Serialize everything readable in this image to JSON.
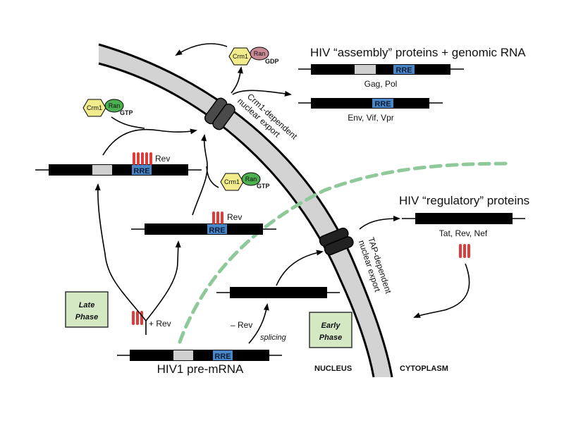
{
  "diagram": {
    "title": "HIV-1 mRNA nuclear export: early and late phases",
    "compartments": {
      "nucleus": "NUCLEUS",
      "cytoplasm": "CYTOPLASM"
    },
    "export_pathways": {
      "crm1": {
        "line1": "Crm1-dependent",
        "line2": "nuclear export"
      },
      "tap": {
        "line1": "TAP-dependent",
        "line2": "nuclear export"
      }
    },
    "phases": {
      "late": {
        "line1": "Late",
        "line2": "Phase"
      },
      "early": {
        "line1": "Early",
        "line2": "Phase"
      }
    },
    "complexes": {
      "crm1_label": "Crm1",
      "ran_label": "Ran",
      "gtp_label": "GTP",
      "gdp_label": "GDP"
    },
    "transcripts": {
      "pre_mrna": {
        "label": "HIV1 pre-mRNA",
        "element": "RRE"
      },
      "unspliced_nuc": {
        "element": "RRE",
        "bound": "Rev",
        "rev_count": 5
      },
      "singly_spliced_nuc": {
        "element": "RRE",
        "bound": "Rev",
        "rev_count": 3
      },
      "multiply_spliced_nuc": {},
      "assembly_full": {
        "element": "RRE",
        "label": "Gag, Pol"
      },
      "assembly_partial": {
        "element": "RRE",
        "label": "Env, Vif, Vpr"
      },
      "regulatory": {
        "label": "Tat, Rev, Nef"
      }
    },
    "headings": {
      "assembly": "HIV “assembly” proteins + genomic RNA",
      "regulatory": "HIV “regulatory” proteins"
    },
    "conditions": {
      "plus_rev": "+ Rev",
      "minus_rev": "– Rev",
      "splicing": "splicing"
    },
    "colors": {
      "membrane_fill": "#d3d3d3",
      "pore": "#4a4a4a",
      "pore_tap": "#222222",
      "crm1": "#f2ec8c",
      "ran_gtp": "#4caf50",
      "ran_gdp": "#c98b98",
      "rre": "#4a86c5",
      "rev": "#e03a3a",
      "intron_block": "#d0d0d0",
      "phase_box": "#d4e8c4",
      "dashed_boundary": "#8fc99a"
    }
  }
}
